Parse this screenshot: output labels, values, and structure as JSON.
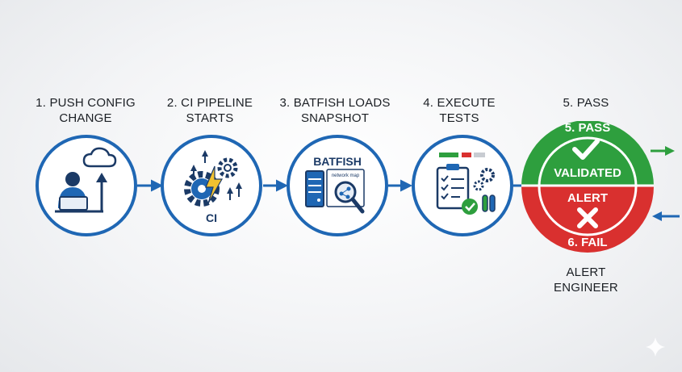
{
  "steps": [
    {
      "line1": "1. PUSH CONFIG",
      "line2": "CHANGE"
    },
    {
      "line1": "2. CI PIPELINE",
      "line2": "STARTS"
    },
    {
      "line1": "3. BATFISH LOADS",
      "line2": "SNAPSHOT"
    },
    {
      "line1": "4. EXECUTE",
      "line2": "TESTS"
    },
    {
      "line1": "5. PASS",
      "line2": ""
    }
  ],
  "ci_label": "CI",
  "batfish_label": "BATFISH",
  "network_map_label": "network map",
  "pass_top": "5. PASS",
  "pass_label": "VALIDATED",
  "fail_label": "ALERT",
  "fail_bottom": "6. FAIL",
  "alert_line1": "ALERT",
  "alert_line2": "ENGINEER",
  "colors": {
    "blue": "#1f67b4",
    "navy": "#1b3a66",
    "green": "#2e9f3e",
    "red": "#d9302f"
  }
}
